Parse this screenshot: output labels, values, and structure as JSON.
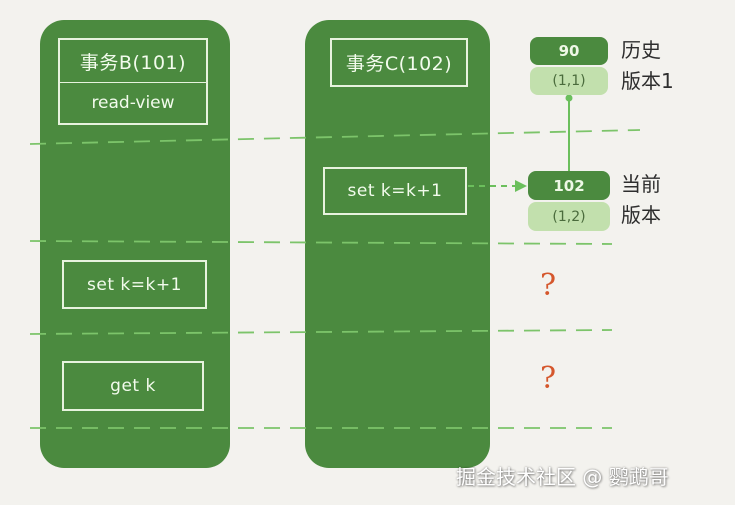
{
  "transaction_b": {
    "title": "事务B(101)",
    "read_view": "read-view",
    "update_op": "set k=k+1",
    "read_op": "get k"
  },
  "transaction_c": {
    "title": "事务C(102)",
    "update_op": "set k=k+1"
  },
  "history_version": {
    "value": "90",
    "version": "(1,1)",
    "label_line1": "历史",
    "label_line2": "版本1"
  },
  "current_version": {
    "value": "102",
    "version": "(1,2)",
    "label_line1": "当前",
    "label_line2": "版本"
  },
  "questions": [
    "?",
    "?"
  ],
  "watermark": "掘金技术社区 @ 鹦鹉哥",
  "colors": {
    "background": "#f3f2ee",
    "panel_green": "#4b8a3f",
    "light_green": "#c2e0ad",
    "dash_green": "#7cc46a",
    "question_orange": "#d5572c"
  }
}
